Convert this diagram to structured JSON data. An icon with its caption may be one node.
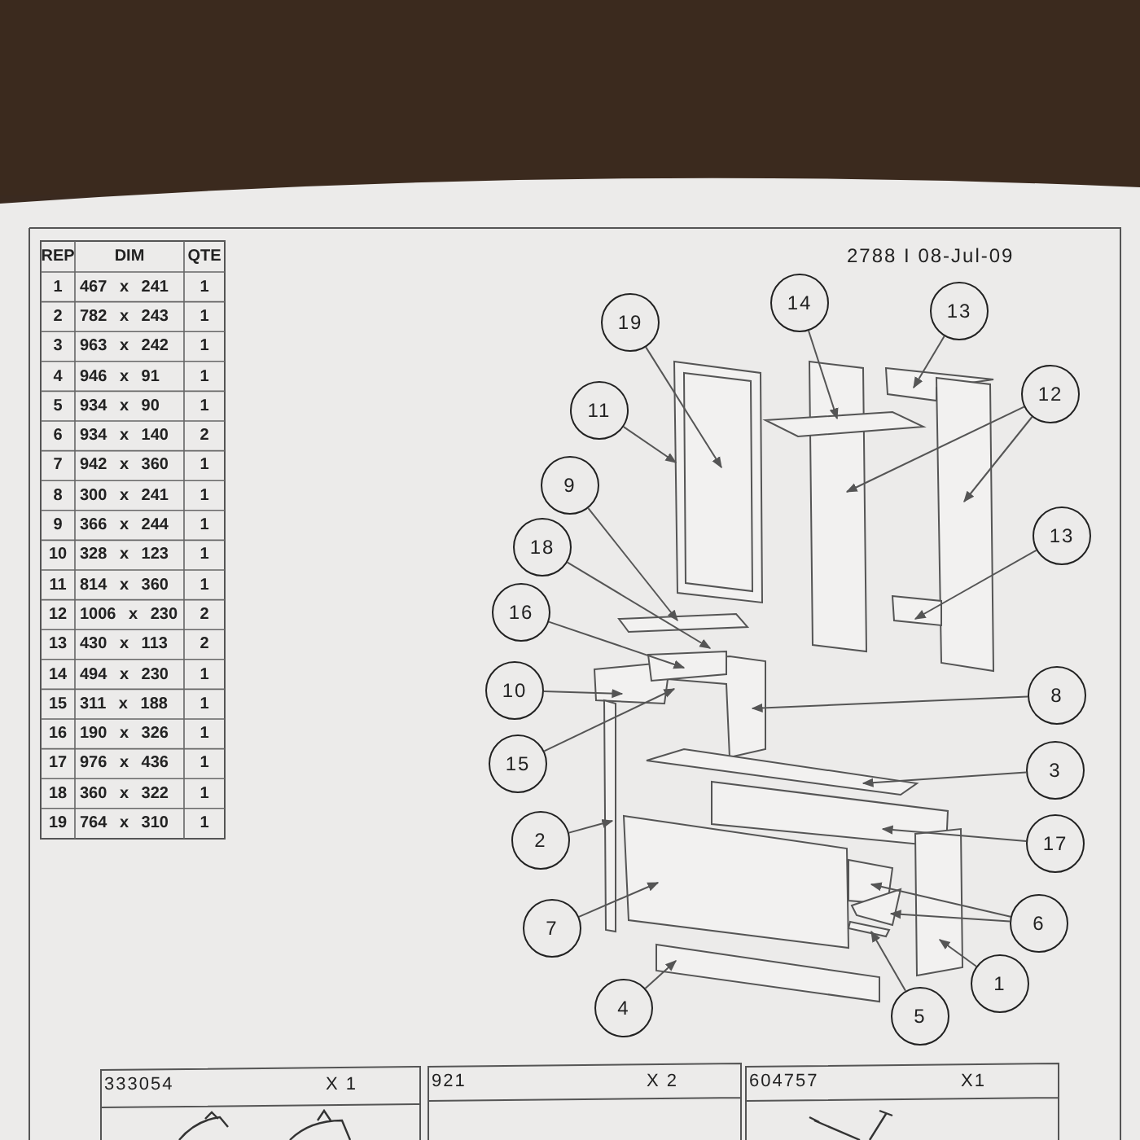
{
  "diagram": {
    "nodes": [
      {
        "text": [
          "14"
        ]
      },
      {
        "text": [
          "13"
        ]
      },
      {
        "text": [
          "19"
        ]
      },
      {
        "text": [
          "12"
        ]
      },
      {
        "text": [
          "11"
        ]
      },
      {
        "text": [
          "9"
        ]
      },
      {
        "text": [
          "13"
        ]
      },
      {
        "text": [
          "18"
        ]
      },
      {
        "text": [
          "16"
        ]
      },
      {
        "text": [
          "10"
        ]
      },
      {
        "text": [
          "8"
        ]
      },
      {
        "text": [
          "15"
        ]
      },
      {
        "text": [
          "3"
        ]
      },
      {
        "text": [
          "2"
        ]
      },
      {
        "text": [
          "17"
        ]
      },
      {
        "text": [
          "6"
        ]
      },
      {
        "text": [
          "7"
        ]
      },
      {
        "text": [
          "1"
        ]
      },
      {
        "text": [
          "4"
        ]
      },
      {
        "text": [
          "5"
        ]
      }
    ],
    "edges": [
      {
        "from": 0,
        "to": null,
        "arrow": "to"
      },
      {
        "from": 1,
        "to": null,
        "arrow": "to"
      },
      {
        "from": 2,
        "to": null,
        "arrow": "to"
      },
      {
        "from": 3,
        "to": null,
        "arrow": "to"
      },
      {
        "from": 3,
        "to": null,
        "arrow": "to"
      },
      {
        "from": 4,
        "to": null,
        "arrow": "to"
      },
      {
        "from": 5,
        "to": null,
        "arrow": "to"
      },
      {
        "from": 6,
        "to": null,
        "arrow": "to"
      },
      {
        "from": 7,
        "to": null,
        "arrow": "to"
      },
      {
        "from": 8,
        "to": null,
        "arrow": "to"
      },
      {
        "from": 9,
        "to": null,
        "arrow": "to"
      },
      {
        "from": 10,
        "to": null,
        "arrow": "to"
      },
      {
        "from": 11,
        "to": null,
        "arrow": "to"
      },
      {
        "from": 12,
        "to": null,
        "arrow": "to"
      },
      {
        "from": 13,
        "to": null,
        "arrow": "to"
      },
      {
        "from": 14,
        "to": null,
        "arrow": "to"
      },
      {
        "from": 15,
        "to": null,
        "arrow": "to"
      },
      {
        "from": 15,
        "to": null,
        "arrow": "to"
      },
      {
        "from": 16,
        "to": null,
        "arrow": "to"
      },
      {
        "from": 17,
        "to": null,
        "arrow": "to"
      },
      {
        "from": 18,
        "to": null,
        "arrow": "to"
      },
      {
        "from": 19,
        "to": null,
        "arrow": "to"
      }
    ],
    "labels": [
      "REP",
      "DIM",
      "QTE",
      "2788 I 08-Jul-09",
      "1",
      "467 x 241",
      "1",
      "2",
      "782 x 243",
      "1",
      "3",
      "963 x 242",
      "1",
      "4",
      "946 x 91",
      "1",
      "5",
      "934 x 90",
      "1",
      "6",
      "934 x 140",
      "2",
      "7",
      "942 x 360",
      "1",
      "8",
      "300 x 241",
      "1",
      "9",
      "366 x 244",
      "1",
      "10",
      "328 x 123",
      "1",
      "11",
      "814 x 360",
      "1",
      "12",
      "1006 x 230",
      "2",
      "13",
      "430 x 113",
      "2",
      "14",
      "494 x 230",
      "1",
      "15",
      "311 x 188",
      "1",
      "16",
      "190 x 326",
      "1",
      "17",
      "976 x 436",
      "1",
      "18",
      "360 x 322",
      "1",
      "19",
      "764 x 310",
      "1",
      "333054",
      "X 1",
      "921",
      "X 2",
      "604757",
      "X1"
    ]
  }
}
